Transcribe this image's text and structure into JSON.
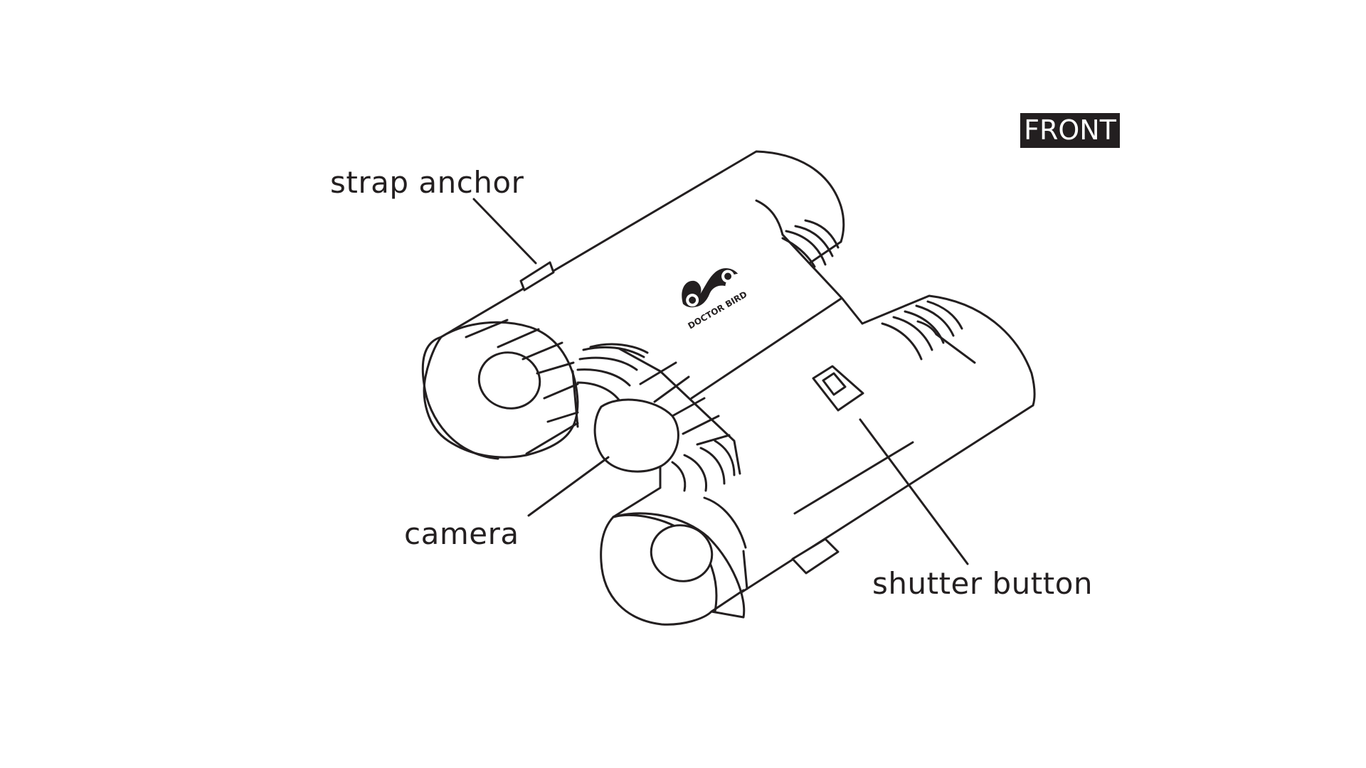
{
  "badge": {
    "text": "FRONT"
  },
  "labels": {
    "strap_anchor": "strap anchor",
    "camera": "camera",
    "shutter_button": "shutter button"
  },
  "logo": {
    "brand": "DOCTOR BIRD",
    "icon": "doctor-bird-logo-icon"
  },
  "colors": {
    "ink": "#231f20",
    "background": "#ffffff"
  }
}
